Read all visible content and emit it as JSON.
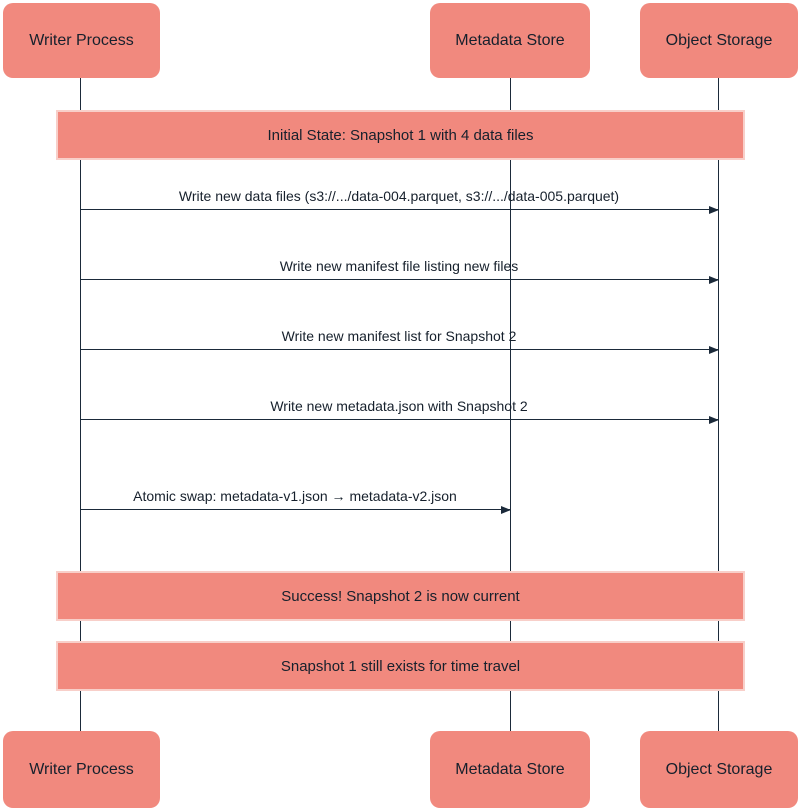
{
  "diagram": {
    "type": "sequence",
    "colors": {
      "background": "#ffffff",
      "actor_fill": "#f1897e",
      "note_fill": "#f1897e",
      "note_border": "#f8cfc9",
      "line": "#1b2a3a",
      "text": "#16202c"
    },
    "actors": [
      {
        "id": "writer",
        "label": "Writer Process"
      },
      {
        "id": "metadata",
        "label": "Metadata Store"
      },
      {
        "id": "storage",
        "label": "Object Storage"
      }
    ],
    "notes": [
      {
        "text": "Initial State: Snapshot 1 with 4 data files"
      },
      {
        "text": "Success! Snapshot 2 is now current"
      },
      {
        "text": "Snapshot 1 still exists for time travel"
      }
    ],
    "messages": [
      {
        "from": "writer",
        "to": "storage",
        "label": "Write new data files (s3://.../data-004.parquet, s3://.../data-005.parquet)"
      },
      {
        "from": "writer",
        "to": "storage",
        "label": "Write new manifest file listing new files"
      },
      {
        "from": "writer",
        "to": "storage",
        "label": "Write new manifest list for Snapshot 2"
      },
      {
        "from": "writer",
        "to": "storage",
        "label": "Write new metadata.json with Snapshot 2"
      },
      {
        "from": "writer",
        "to": "metadata",
        "label": "Atomic swap: metadata-v1.json → metadata-v2.json"
      }
    ]
  }
}
